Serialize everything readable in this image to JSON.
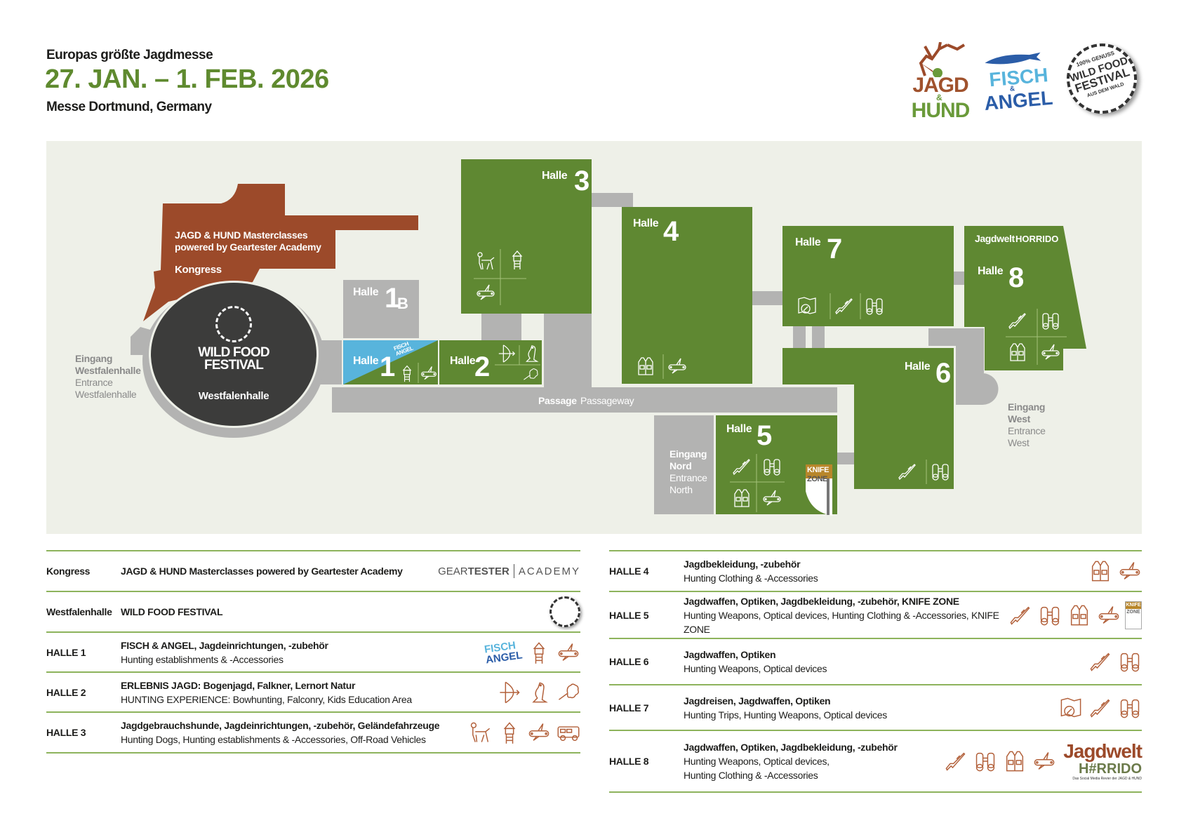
{
  "header": {
    "subtitle": "Europas größte Jagdmesse",
    "dates": "27. JAN. – 1. FEB. 2026",
    "location": "Messe Dortmund, Germany"
  },
  "logos": {
    "jagd_hund": {
      "line1": "JAGD",
      "amp": "&",
      "line2": "HUND"
    },
    "fisch_angel": {
      "line1": "FISCH",
      "amp": "&",
      "line2": "ANGEL"
    },
    "wild_food": {
      "top": "100% GENUSS",
      "line1": "WILD FOOD",
      "line2": "FESTIVAL",
      "bottom": "AUS DEM WALD"
    }
  },
  "colors": {
    "green": "#5f8832",
    "kongress": "#9c4a2a",
    "path": "#b3b3b2",
    "map_bg": "#eef0e8",
    "fisch_blue": "#58b4dc",
    "icon_brown": "#b2603a"
  },
  "map": {
    "kongress": {
      "line1": "JAGD & HUND Masterclasses",
      "line2": "powered by Geartester Academy",
      "name": "Kongress"
    },
    "westfalenhalle": {
      "title1": "WILD FOOD",
      "title2": "FESTIVAL",
      "name": "Westfalenhalle"
    },
    "hall_word": "Halle",
    "halls": {
      "h1b": {
        "num": "1",
        "suffix": "B"
      },
      "h1": {
        "num": "1",
        "logo1": "FISCH",
        "logo2": "ANGEL"
      },
      "h2": {
        "num": "2"
      },
      "h3": {
        "num": "3"
      },
      "h4": {
        "num": "4"
      },
      "h5": {
        "num": "5",
        "knife1": "KNIFE",
        "knife2": "ZONE"
      },
      "h6": {
        "num": "6"
      },
      "h7": {
        "num": "7"
      },
      "h8": {
        "num": "8",
        "brand1": "Jagdwelt",
        "brand2": "HORRIDO"
      }
    },
    "passage": {
      "de": "Passage",
      "en": "Passageway"
    },
    "entrances": {
      "westfalenhalle": {
        "de1": "Eingang",
        "de2": "Westfalenhalle",
        "en1": "Entrance",
        "en2": "Westfalenhalle"
      },
      "nord": {
        "de1": "Eingang",
        "de2": "Nord",
        "en1": "Entrance",
        "en2": "North"
      },
      "west": {
        "de1": "Eingang",
        "de2": "West",
        "en1": "Entrance",
        "en2": "West"
      }
    }
  },
  "legend": {
    "left": [
      {
        "key": "Kongress",
        "de": "JAGD & HUND Masterclasses powered by Geartester Academy",
        "en": "",
        "logo1": "GEAR",
        "logo2": "TESTER",
        "logo3": "ACADEMY"
      },
      {
        "key": "Westfalenhalle",
        "de": "WILD FOOD FESTIVAL",
        "en": ""
      },
      {
        "key": "HALLE 1",
        "de": "FISCH & ANGEL, Jagdeinrichtungen, -zubehör",
        "en": "Hunting establishments & -Accessories"
      },
      {
        "key": "HALLE 2",
        "de": "ERLEBNIS JAGD: Bogenjagd, Falkner, Lernort Natur",
        "en": "HUNTING EXPERIENCE: Bowhunting, Falconry, Kids Education Area"
      },
      {
        "key": "HALLE 3",
        "de": "Jagdgebrauchshunde, Jagdeinrichtungen, -zubehör, Geländefahrzeuge",
        "en": "Hunting Dogs, Hunting establishments & -Accessories, Off-Road Vehicles"
      }
    ],
    "right": [
      {
        "key": "HALLE 4",
        "de": "Jagdbekleidung, -zubehör",
        "en": "Hunting Clothing & -Accessories"
      },
      {
        "key": "HALLE 5",
        "de": "Jagdwaffen, Optiken, Jagdbekleidung, -zubehör, KNIFE ZONE",
        "en": "Hunting Weapons, Optical devices, Hunting Clothing & -Accessories, KNIFE ZONE"
      },
      {
        "key": "HALLE 6",
        "de": "Jagdwaffen, Optiken",
        "en": "Hunting Weapons, Optical devices"
      },
      {
        "key": "HALLE 7",
        "de": "Jagdreisen, Jagdwaffen, Optiken",
        "en": "Hunting Trips, Hunting Weapons, Optical devices"
      },
      {
        "key": "HALLE 8",
        "de": "Jagdwaffen, Optiken, Jagdbekleidung, -zubehör",
        "en": "Hunting Weapons, Optical devices,",
        "en2": "Hunting Clothing & -Accessories",
        "logo1": "Jagdwelt",
        "logo2": "H#RRIDO",
        "logo3": "Das Social Media Revier der JAGD & HUND"
      }
    ]
  }
}
